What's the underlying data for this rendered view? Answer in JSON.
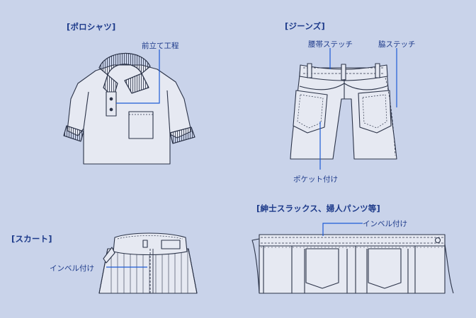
{
  "colors": {
    "background": "#c9d3ea",
    "garment_fill": "#e6e9f2",
    "garment_stroke": "#2b3348",
    "leader_line": "#1d5bd6",
    "label_text": "#1d3a8a"
  },
  "sections": {
    "polo": {
      "title": "[ポロシャツ]",
      "labels": {
        "placket": "前立て工程"
      }
    },
    "jeans": {
      "title": "[ジーンズ]",
      "labels": {
        "waistband_stitch": "腰帯ステッチ",
        "side_stitch": "脇ステッチ",
        "pocket_attach": "ポケット付け"
      }
    },
    "skirt": {
      "title": "[スカート]",
      "labels": {
        "inbelt": "インベル付け"
      }
    },
    "slacks": {
      "title": "[紳士スラックス、婦人パンツ等]",
      "labels": {
        "inbelt": "インベル付け"
      }
    }
  }
}
